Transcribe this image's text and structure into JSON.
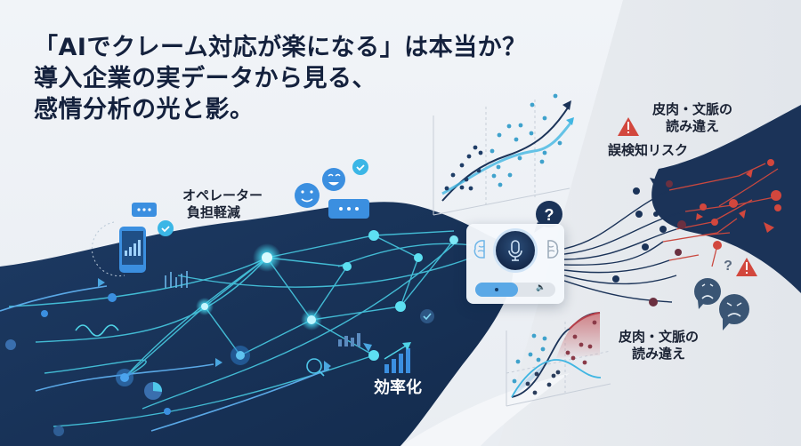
{
  "headline": {
    "line1": "「AIでクレーム対応が楽になる」は本当か？",
    "line2": "導入企業の実データから見る、",
    "line3": "感情分析の光と影。"
  },
  "labels": {
    "operator_line1": "オペレーター",
    "operator_line2": "負担軽減",
    "efficiency": "効率化",
    "misdetection_risk": "誤検知リスク",
    "irony_top_line1": "皮肉・文脈の",
    "irony_top_line2": "読み違え",
    "irony_bottom_line1": "皮肉・文脈の",
    "irony_bottom_line2": "読み違え"
  },
  "icons": {
    "question_mark": "?",
    "warning_mark": "!",
    "speaker": "🔈"
  },
  "colors": {
    "navy": "#1b3358",
    "navy_dark": "#14284a",
    "cyan": "#3fd0e8",
    "blue": "#3b8fe0",
    "red": "#d2473d",
    "text_dark": "#14213d",
    "background": "#eef1f5"
  }
}
